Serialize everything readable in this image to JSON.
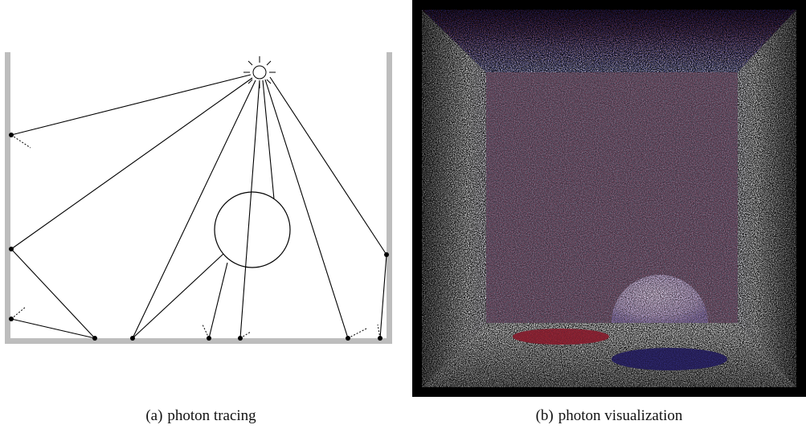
{
  "figure": {
    "panel_a": {
      "label": "(a)",
      "caption": "photon tracing"
    },
    "panel_b": {
      "label": "(b)",
      "caption": "photon visualization"
    }
  },
  "colors": {
    "walls": "#bdbdbd",
    "lines": "#000000",
    "vis_background": "#000000",
    "vis_back_wall": "#3a3545",
    "vis_side_walls": "#e8e6ee",
    "vis_red_tint": "#c0203a",
    "vis_blue_tint": "#2830b0"
  },
  "icons": {
    "light_source": "sun-icon"
  }
}
